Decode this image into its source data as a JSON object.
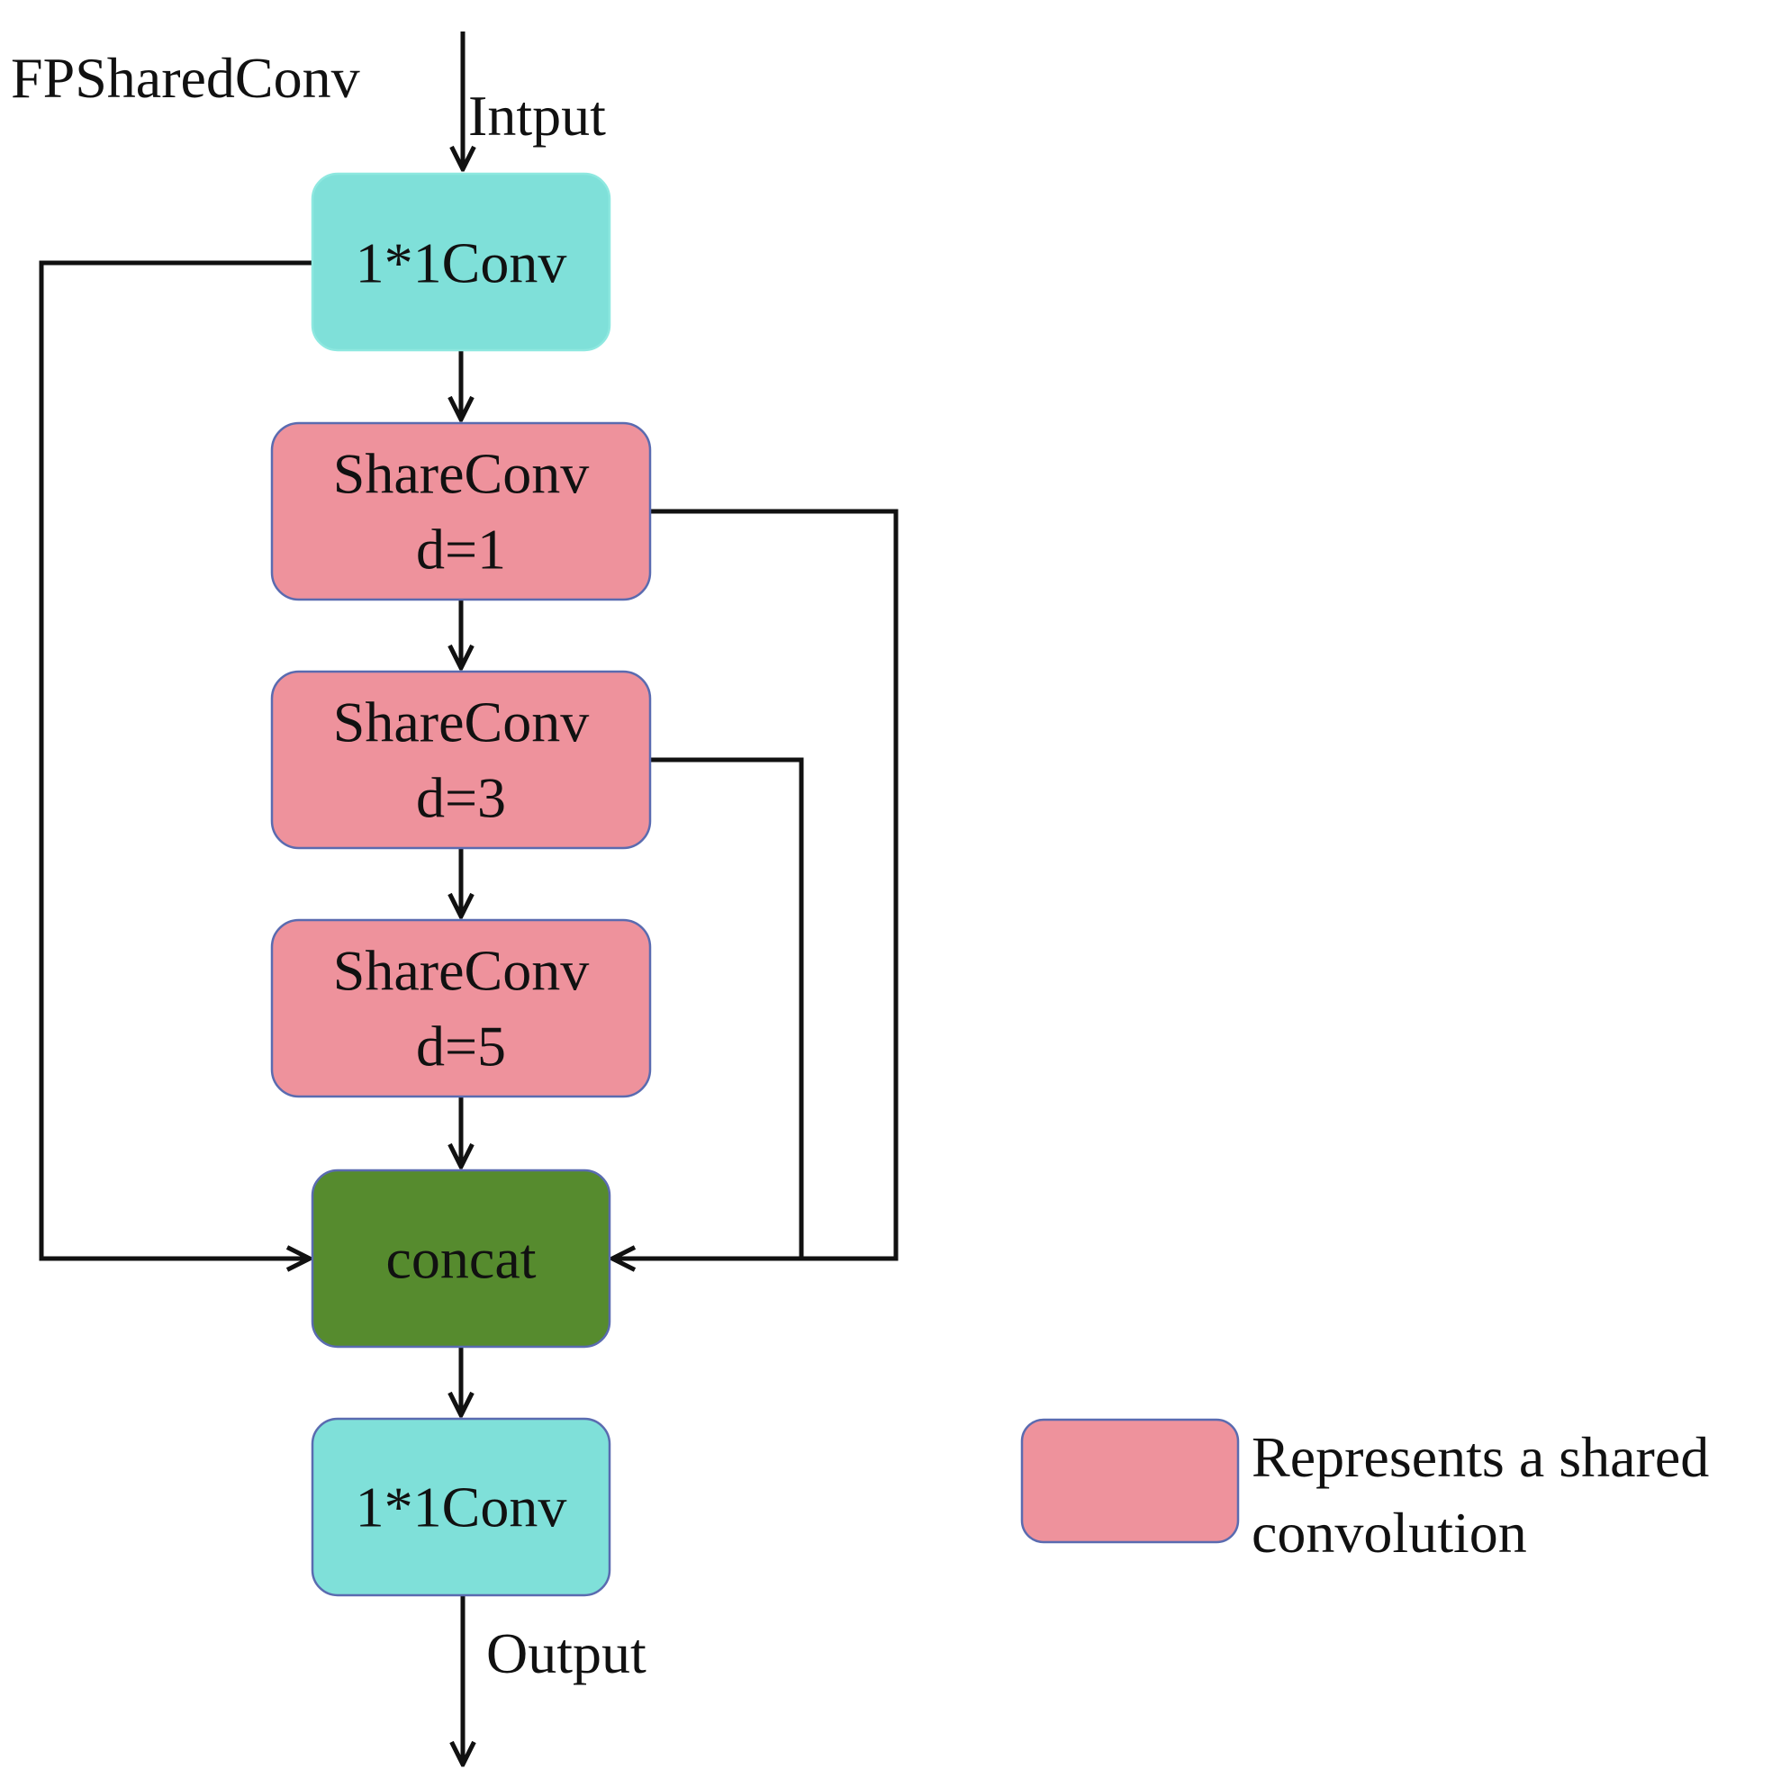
{
  "title": "FPSharedConv",
  "input_label": "Intput",
  "output_label": "Output",
  "nodes": {
    "conv_in": {
      "label": "1*1Conv"
    },
    "share1": {
      "label_line1": "ShareConv",
      "label_line2": "d=1"
    },
    "share2": {
      "label_line1": "ShareConv",
      "label_line2": "d=3"
    },
    "share3": {
      "label_line1": "ShareConv",
      "label_line2": "d=5"
    },
    "concat": {
      "label": "concat"
    },
    "conv_out": {
      "label": "1*1Conv"
    }
  },
  "legend": {
    "line1": "Represents a shared",
    "line2": "convolution"
  },
  "colors": {
    "conv": "#7fe0d9",
    "shared_conv": "#ee929c",
    "concat": "#568b2e",
    "node_border": "#5a6bb0",
    "edge": "#111111",
    "background": "#ffffff"
  },
  "edges": [
    {
      "from": "input",
      "to": "conv_in"
    },
    {
      "from": "conv_in",
      "to": "share1"
    },
    {
      "from": "share1",
      "to": "share2"
    },
    {
      "from": "share2",
      "to": "share3"
    },
    {
      "from": "share3",
      "to": "concat"
    },
    {
      "from": "concat",
      "to": "conv_out"
    },
    {
      "from": "conv_out",
      "to": "output"
    },
    {
      "from": "conv_in",
      "to": "concat"
    },
    {
      "from": "share1",
      "to": "concat"
    },
    {
      "from": "share2",
      "to": "concat"
    }
  ]
}
